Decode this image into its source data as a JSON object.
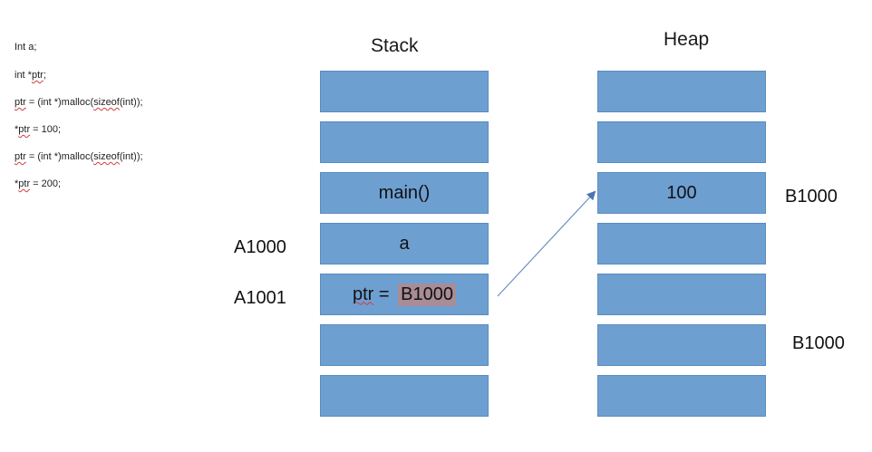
{
  "code": {
    "line1": "Int a;",
    "line2_a": "int *",
    "line2_b": "ptr",
    "line2_c": ";",
    "line3_a": "ptr",
    "line3_b": " = (int *)malloc(",
    "line3_c": "sizeof",
    "line3_d": "(int));",
    "line4_a": "*",
    "line4_b": "ptr",
    "line4_c": " = 100;",
    "line5_a": "ptr",
    "line5_b": " = (int *)malloc(",
    "line5_c": "sizeof",
    "line5_d": "(int));",
    "line6_a": "*",
    "line6_b": "ptr",
    "line6_c": " = 200;"
  },
  "stack": {
    "title": "Stack",
    "cells": [
      "",
      "",
      "main()",
      "a",
      "",
      "",
      ""
    ],
    "ptr_label": "ptr",
    "ptr_eq": " = ",
    "ptr_value": "B1000",
    "addresses": {
      "a": "A1000",
      "ptr": "A1001"
    }
  },
  "heap": {
    "title": "Heap",
    "cells": [
      "",
      "",
      "100",
      "",
      "",
      "",
      ""
    ],
    "addresses": {
      "first": "B1000",
      "second": "B1000"
    }
  },
  "colors": {
    "cell_fill": "#6e9fd1",
    "highlight": "#a88c96",
    "arrow": "#4a74b4"
  }
}
